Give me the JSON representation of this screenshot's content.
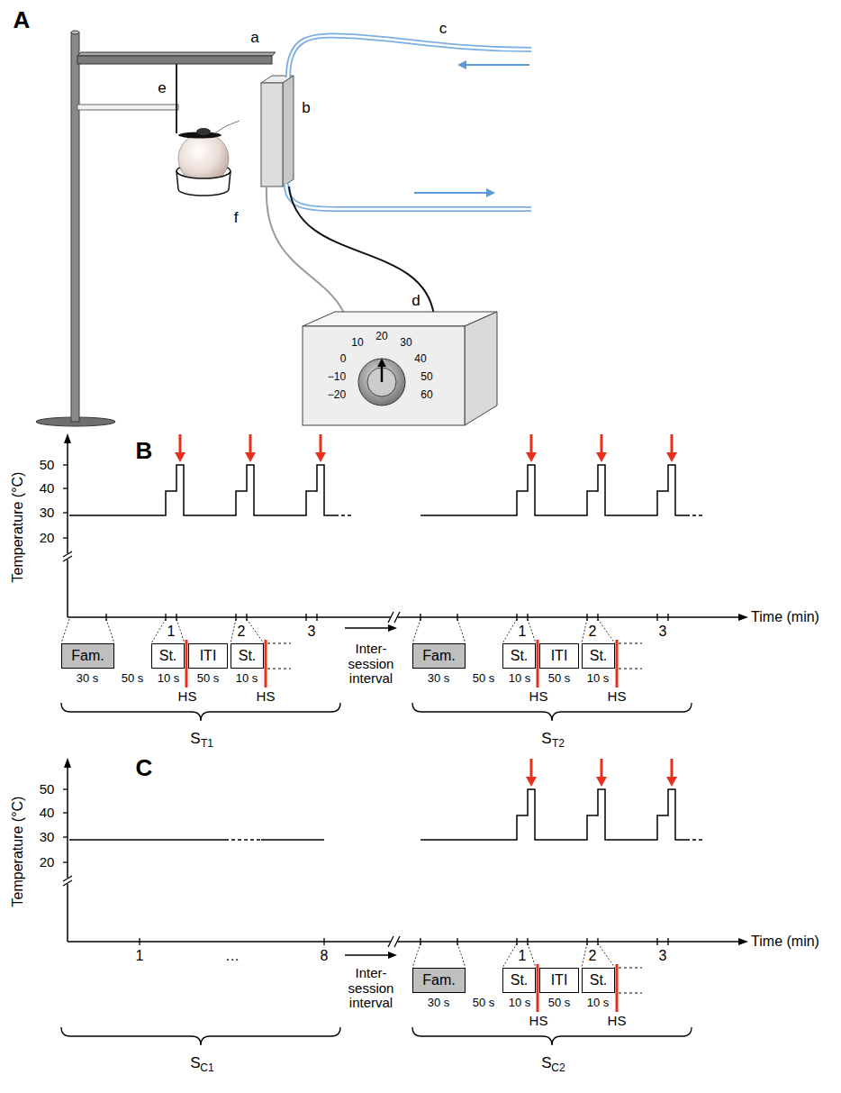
{
  "diagram": {
    "nodes": [
      {
        "text": [
          "Fam."
        ]
      },
      {
        "text": [
          "St."
        ]
      },
      {
        "text": [
          "ITI"
        ]
      },
      {
        "text": [
          "St."
        ]
      },
      {
        "text": [
          "Fam."
        ]
      },
      {
        "text": [
          "St."
        ]
      },
      {
        "text": [
          "ITI"
        ]
      },
      {
        "text": [
          "St."
        ]
      },
      {
        "text": [
          "Fam."
        ]
      },
      {
        "text": [
          "St."
        ]
      },
      {
        "text": [
          "ITI"
        ]
      },
      {
        "text": [
          "St."
        ]
      }
    ],
    "labels": [
      "A",
      "a",
      "b",
      "e",
      "c",
      "f",
      "d",
      "10",
      "20",
      "30",
      "0",
      "40",
      "−10",
      "50",
      "−20",
      "60",
      "B",
      "Temperature (°C)",
      "50",
      "40",
      "30",
      "20",
      "1",
      "2",
      "3",
      "Time (min)",
      "30 s",
      "50 s",
      "10 s",
      "50 s",
      "10 s",
      "HS",
      "HS",
      "Inter-session interval",
      "1",
      "2",
      "3",
      "30 s",
      "50 s",
      "10 s",
      "50 s",
      "10 s",
      "HS",
      "HS",
      "S",
      "T1",
      "S",
      "T2",
      "C",
      "Temperature (°C)",
      "50",
      "40",
      "30",
      "20",
      "1",
      "…",
      "8",
      "1",
      "2",
      "3",
      "Time (min)",
      "Inter-session interval",
      "30 s",
      "50 s",
      "10 s",
      "50 s",
      "10 s",
      "HS",
      "HS",
      "S",
      "C1",
      "S",
      "C2"
    ]
  }
}
